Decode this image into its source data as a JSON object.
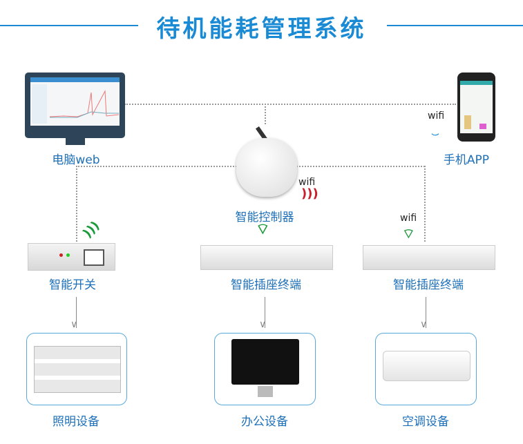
{
  "title": "待机能耗管理系统",
  "nodes": {
    "pc": "电脑web",
    "phone": "手机APP",
    "controller": "智能控制器",
    "switch": "智能开关",
    "socket1": "智能插座终端",
    "socket2": "智能插座终端"
  },
  "wifi_label": "wifi",
  "devices": {
    "lighting": "照明设备",
    "office": "办公设备",
    "ac": "空调设备"
  },
  "colors": {
    "accent": "#1a8ad4",
    "wifi_green": "#1a9a3a",
    "wifi_red": "#c8202a"
  }
}
